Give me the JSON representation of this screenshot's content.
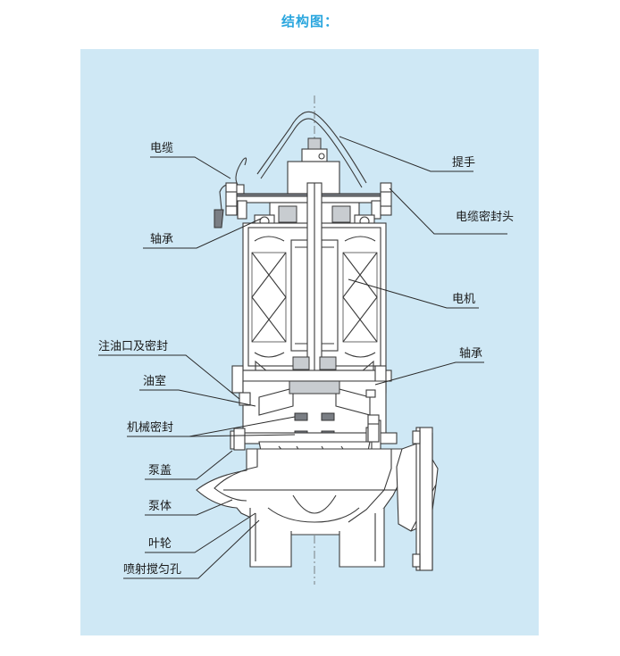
{
  "title": "结构图：",
  "colors": {
    "title": "#2aa6de",
    "panel_bg": "#cfe8f5",
    "line": "#2a2a2a"
  },
  "labels": {
    "cable": "电缆",
    "bearing_upper": "轴承",
    "oil_inlet_seal": "注油口及密封",
    "oil_chamber": "油室",
    "mech_seal": "机械密封",
    "pump_cover": "泵盖",
    "pump_body": "泵体",
    "impeller": "叶轮",
    "jet_hole": "喷射搅匀孔",
    "handle": "提手",
    "cable_seal_head": "电缆密封头",
    "motor": "电机",
    "bearing_lower": "轴承"
  }
}
